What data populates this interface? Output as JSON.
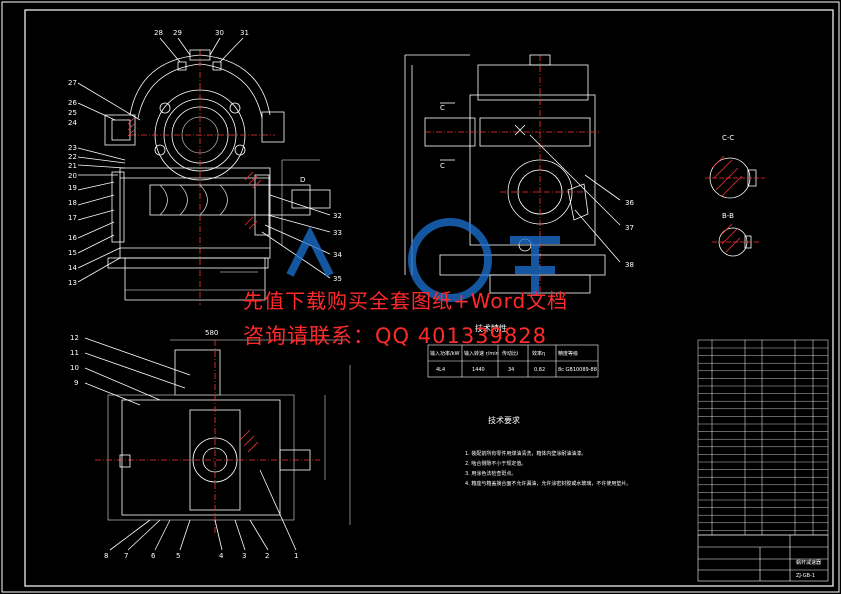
{
  "watermark": {
    "line1": "先值下载购买全套图纸+Word文档",
    "line2": "咨询请联系：QQ 401339828",
    "logo_color": "#1b73d6"
  },
  "colors": {
    "background": "#000000",
    "lines": "#ffffff",
    "accent_red": "#ff3333",
    "accent_cyan": "#00ffff",
    "accent_yellow": "#ffff00"
  },
  "views": {
    "front": {
      "part_numbers_top": [
        "28",
        "29",
        "30",
        "31"
      ],
      "part_numbers_left": [
        "27",
        "26",
        "25",
        "24",
        "23",
        "22",
        "21",
        "20",
        "19",
        "18",
        "17",
        "16",
        "15",
        "14",
        "13"
      ],
      "part_numbers_right": [
        "32",
        "33",
        "34",
        "35"
      ],
      "section_label": "D"
    },
    "side": {
      "section_c": "C",
      "part_numbers_right": [
        "36",
        "37",
        "38"
      ]
    },
    "plan": {
      "part_numbers_left": [
        "12",
        "11",
        "10",
        "9"
      ],
      "part_numbers_bottom": [
        "8",
        "7",
        "6",
        "5",
        "4",
        "3",
        "2",
        "1"
      ],
      "dim_top": "580"
    },
    "sections": {
      "cc": "C-C",
      "bb": "B-B"
    }
  },
  "tech_table": {
    "title": "技术特性",
    "headers": [
      "输入功率/kW",
      "输入转速 r/min",
      "传动比i",
      "效率η",
      "精度等级"
    ],
    "row": [
      "4L4",
      "1440",
      "34",
      "0.82",
      "8c GB10089-88"
    ]
  },
  "requirements": {
    "title": "技术要求",
    "items": [
      "1. 装配前所有零件用煤油清洗，箱体内壁涂耐油油漆。",
      "2. 啮合侧隙不小于规定值。",
      "3. 用涂色法检查斑点。",
      "4. 箱座与箱盖接合面不允许漏油，允许涂密封胶或水玻璃，不许使用垫片。"
    ]
  },
  "title_block": {
    "name": "蜗杆减速器",
    "drawing_no": "ZJ-GB-1"
  }
}
